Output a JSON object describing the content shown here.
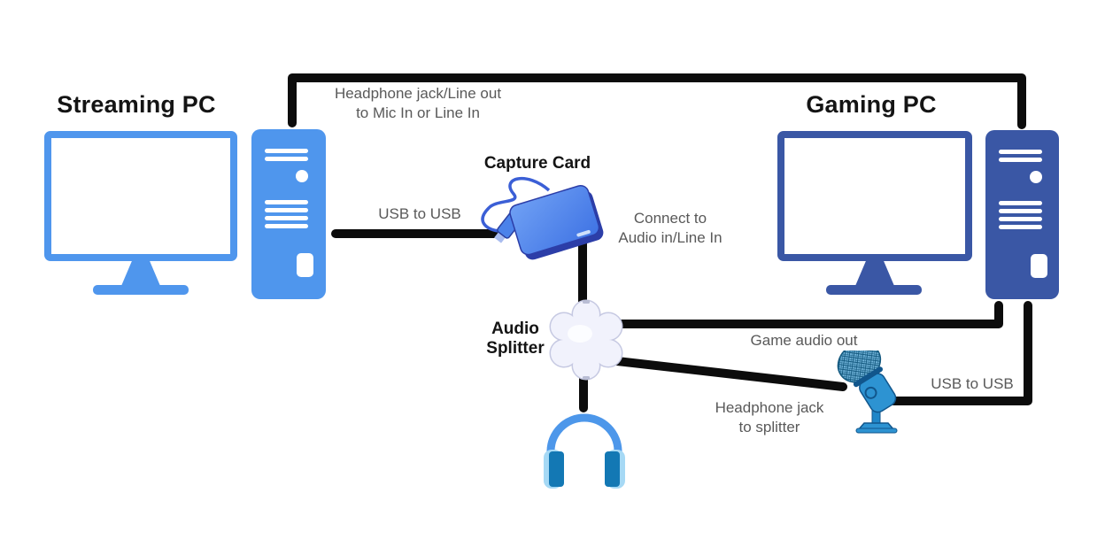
{
  "diagram": {
    "kind": "dual-pc-streaming-setup",
    "colors": {
      "streaming_accent": "#4f96ed",
      "gaming_accent": "#3a57a5",
      "wire": "#0c0c0c",
      "label_gray": "#595959",
      "title_black": "#141414",
      "headphone_band": "#4d97ea",
      "headphone_cup": "#1378b4",
      "mic_blue": "#2d93d2",
      "capture_card_blue": "#4b82ea",
      "splitter_white": "#f1f2fc"
    },
    "nodes": {
      "streaming_pc": {
        "title": "Streaming PC"
      },
      "gaming_pc": {
        "title": "Gaming PC"
      },
      "capture_card": {
        "label": "Capture Card"
      },
      "audio_splitter": {
        "label": "Audio\nSplitter"
      },
      "headphones": {
        "name": "headphones"
      },
      "microphone": {
        "name": "microphone"
      }
    },
    "connections": {
      "top_link": "Headphone jack/Line out\nto Mic In or Line In",
      "usb_left": "USB to USB",
      "connect_audio": "Connect to\nAudio in/Line In",
      "game_audio": "Game audio out",
      "headphone_jack": "Headphone jack\nto splitter",
      "usb_right": "USB to USB"
    }
  }
}
